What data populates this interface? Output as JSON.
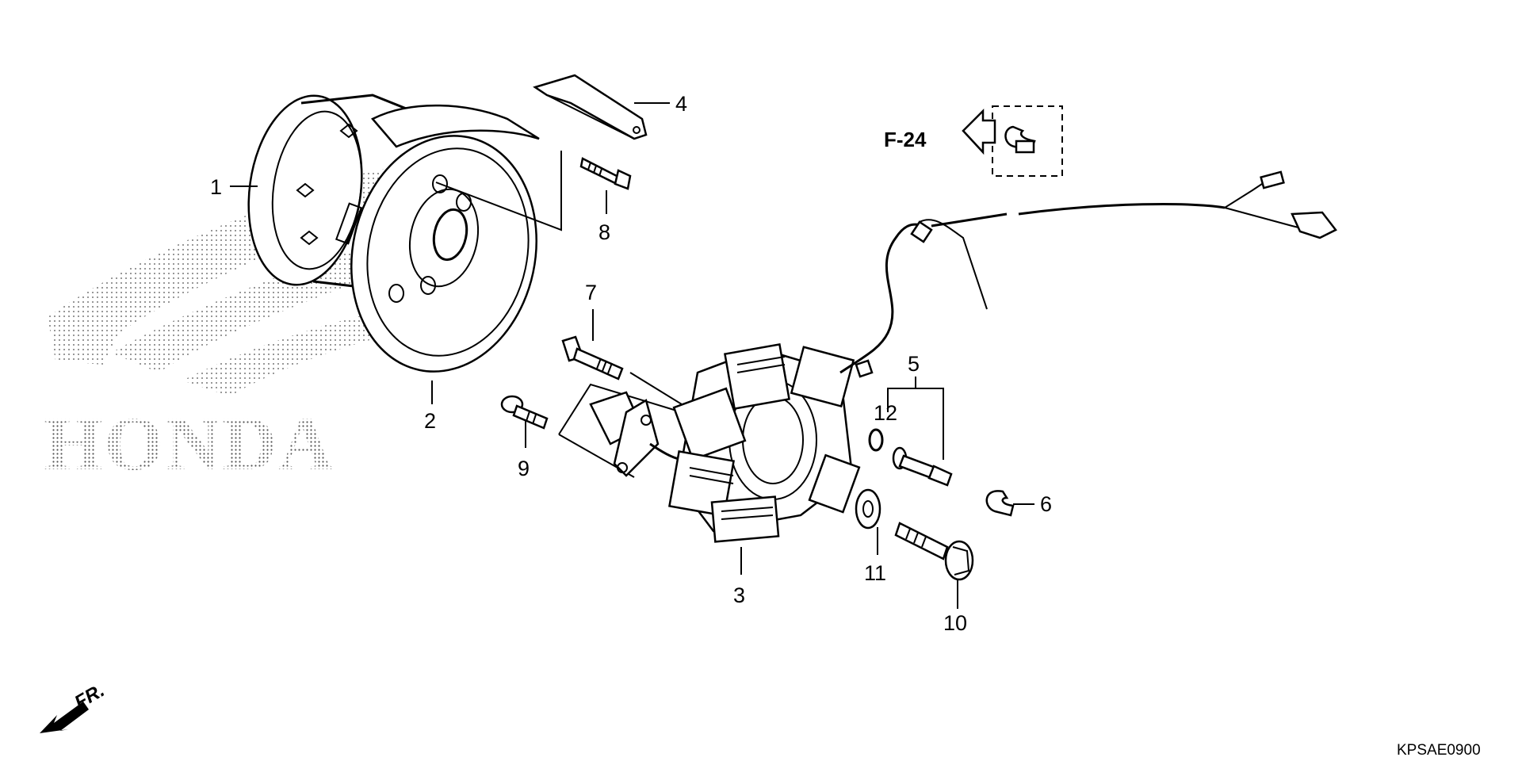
{
  "callouts": {
    "c1": "1",
    "c2": "2",
    "c3": "3",
    "c4": "4",
    "c5": "5",
    "c6": "6",
    "c7": "7",
    "c8": "8",
    "c9": "9",
    "c10": "10",
    "c11": "11",
    "c12": "12"
  },
  "reference_label": "F-24",
  "front_label": "FR.",
  "diagram_code": "KPSAE0900",
  "watermark": "HONDA",
  "colors": {
    "line": "#000000",
    "background": "#ffffff"
  }
}
